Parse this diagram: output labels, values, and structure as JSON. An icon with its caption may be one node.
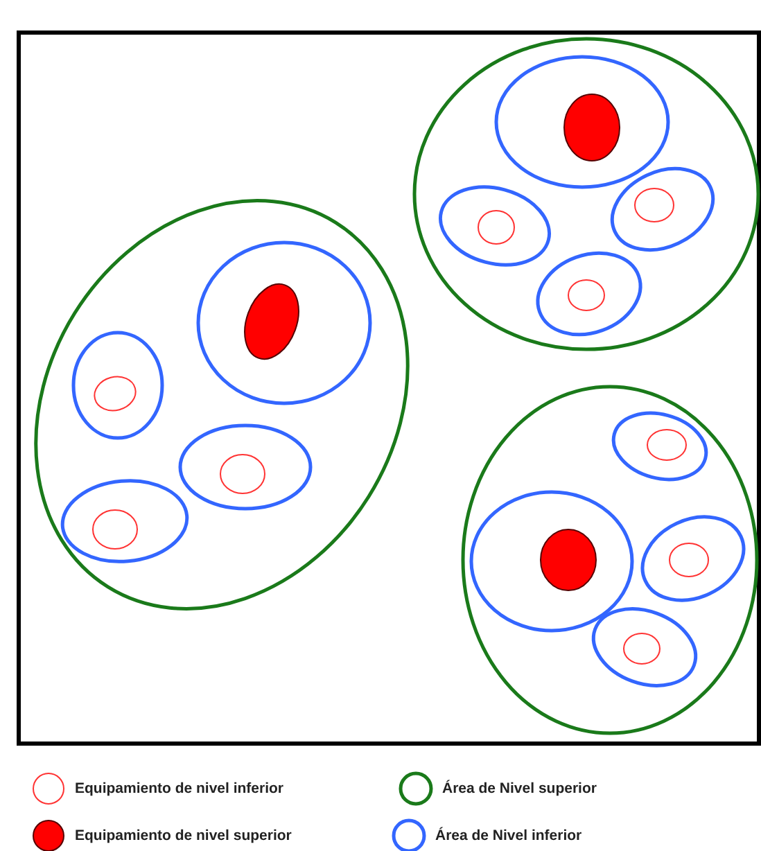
{
  "diagram": {
    "nodes": [
      {
        "text": [],
        "shape": "ellipse"
      },
      {
        "text": [],
        "shape": "ellipse",
        "in": 0
      },
      {
        "text": [],
        "shape": "ellipse",
        "in": 1
      },
      {
        "text": [],
        "shape": "ellipse",
        "in": 0
      },
      {
        "text": [],
        "shape": "ellipse",
        "in": 3
      },
      {
        "text": [],
        "shape": "ellipse",
        "in": 0
      },
      {
        "text": [],
        "shape": "ellipse",
        "in": 5
      },
      {
        "text": [],
        "shape": "ellipse",
        "in": 0
      },
      {
        "text": [],
        "shape": "ellipse",
        "in": 7
      },
      {
        "text": [],
        "shape": "ellipse"
      },
      {
        "text": [],
        "shape": "ellipse",
        "in": 9
      },
      {
        "text": [],
        "shape": "ellipse",
        "in": 10
      },
      {
        "text": [],
        "shape": "ellipse",
        "in": 9
      },
      {
        "text": [],
        "shape": "ellipse",
        "in": 12
      },
      {
        "text": [],
        "shape": "ellipse",
        "in": 9
      },
      {
        "text": [],
        "shape": "ellipse",
        "in": 14
      },
      {
        "text": [],
        "shape": "ellipse",
        "in": 9
      },
      {
        "text": [],
        "shape": "ellipse",
        "in": 16
      },
      {
        "text": [],
        "shape": "ellipse"
      },
      {
        "text": [],
        "shape": "ellipse",
        "in": 18
      },
      {
        "text": [],
        "shape": "ellipse",
        "in": 19
      },
      {
        "text": [],
        "shape": "ellipse",
        "in": 18
      },
      {
        "text": [],
        "shape": "ellipse",
        "in": 21
      },
      {
        "text": [],
        "shape": "ellipse",
        "in": 18
      },
      {
        "text": [],
        "shape": "ellipse",
        "in": 23
      },
      {
        "text": [],
        "shape": "ellipse",
        "in": 18
      },
      {
        "text": [],
        "shape": "ellipse",
        "in": 25
      }
    ],
    "legend": [
      {
        "text": "Equipamiento de nivel inferior"
      },
      {
        "text": "Área de Nivel superior"
      },
      {
        "text": "Equipamiento de nivel superior"
      },
      {
        "text": "Área de Nivel inferior"
      }
    ]
  }
}
